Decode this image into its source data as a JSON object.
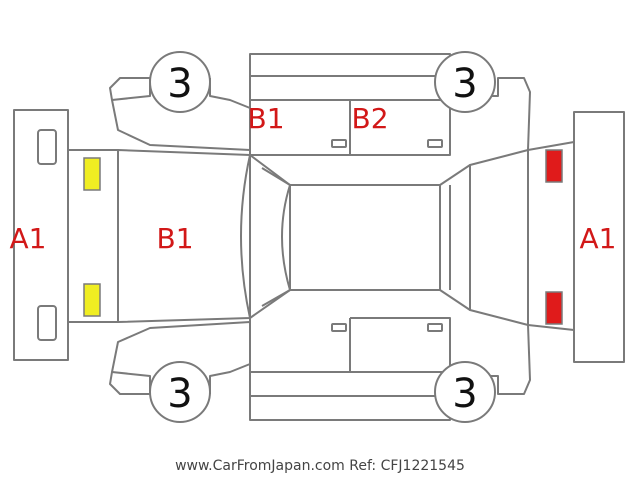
{
  "labels": {
    "front_bumper": "A1",
    "rear_bumper": "A1",
    "hood": "B1",
    "front_door_upper": "B1",
    "rear_door_upper": "B2",
    "wheel_front_top": "3",
    "wheel_rear_top": "3",
    "wheel_front_bottom": "3",
    "wheel_rear_bottom": "3"
  },
  "colors": {
    "outline": "#7a7a7a",
    "label": "#d21818",
    "headlight": "#f0ee22",
    "taillight": "#e01b1b"
  },
  "footer": {
    "text": "www.CarFromJapan.com Ref: CFJ1221545"
  }
}
